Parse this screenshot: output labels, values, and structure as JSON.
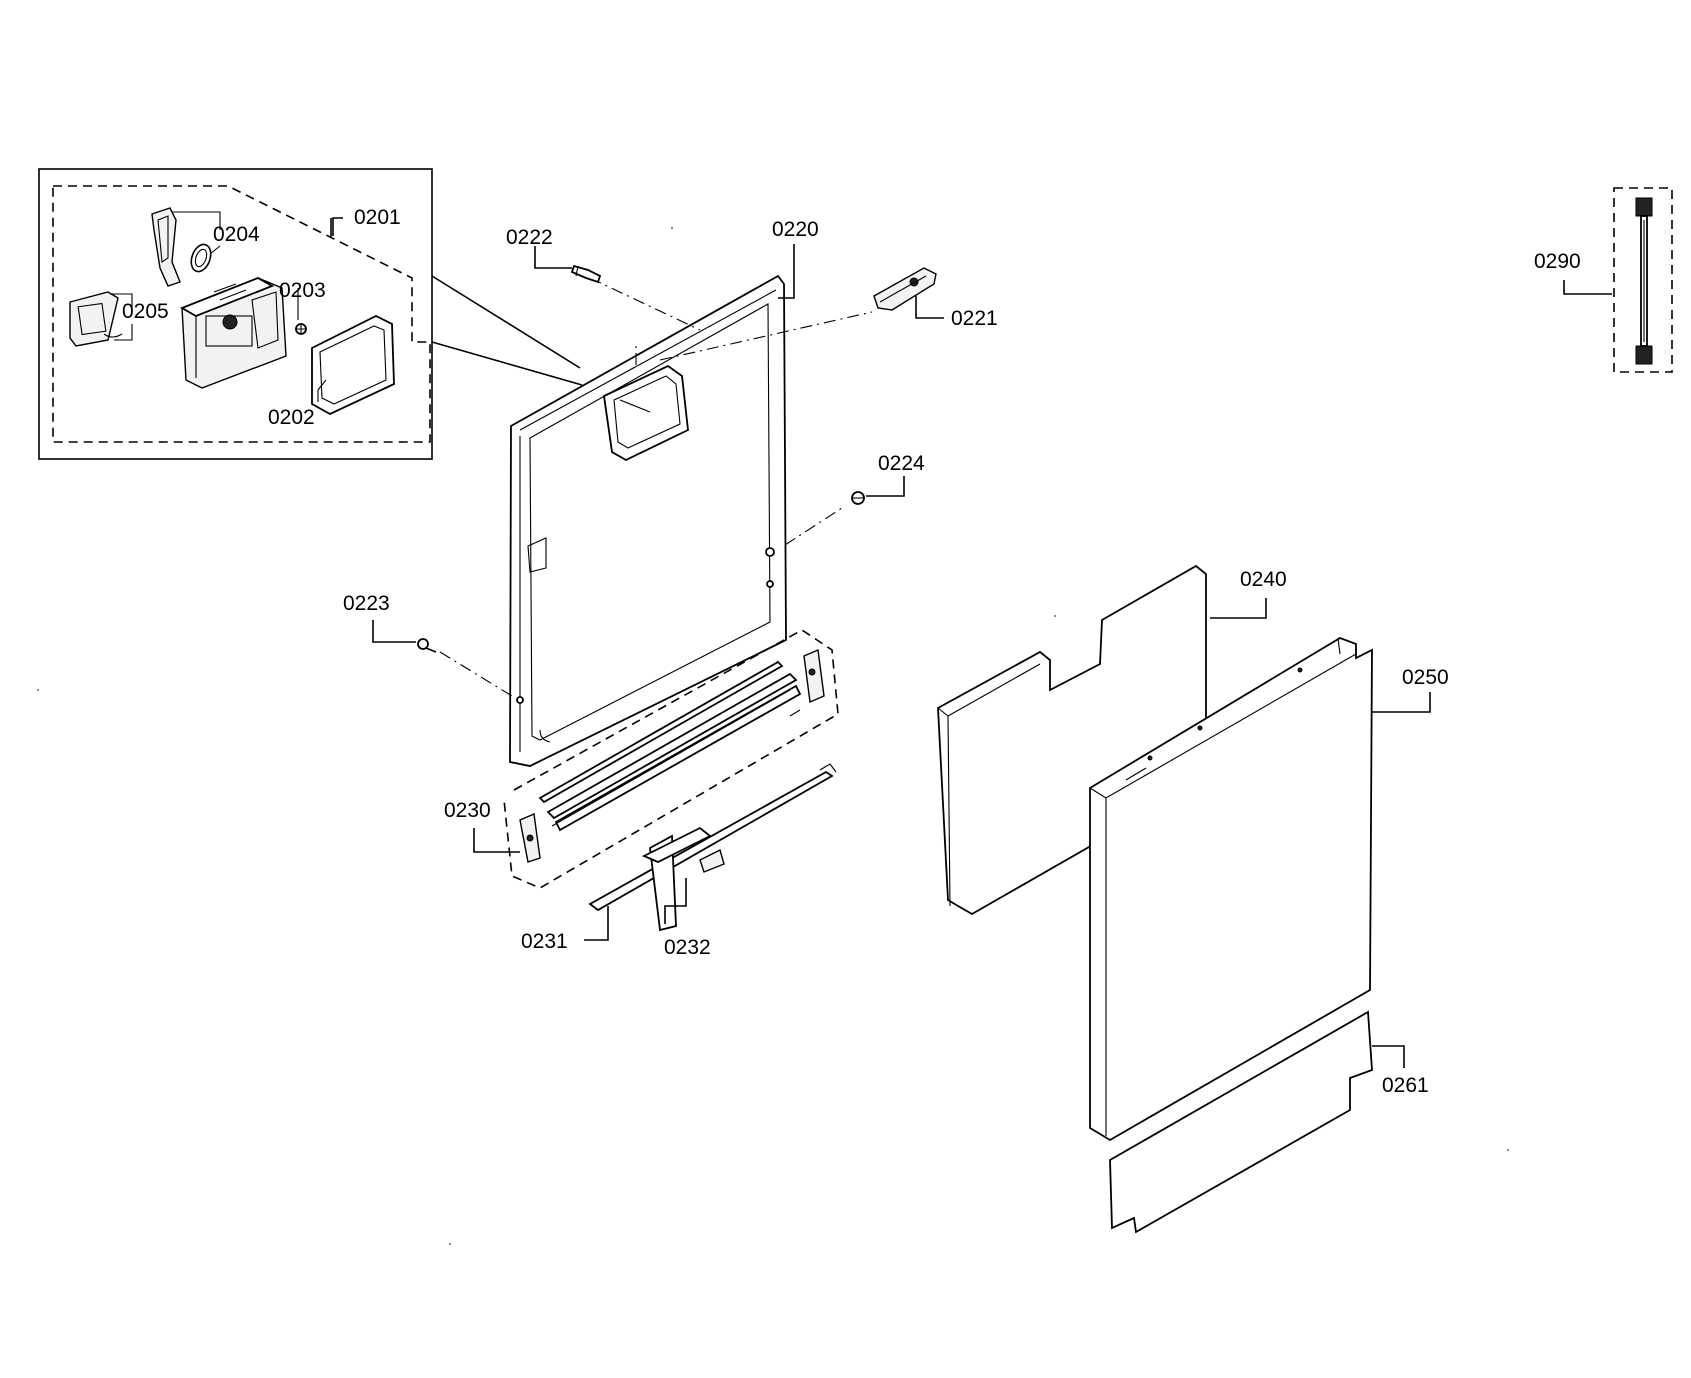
{
  "diagram": {
    "callouts": {
      "c0201": "0201",
      "c0202": "0202",
      "c0203": "0203",
      "c0204": "0204",
      "c0205": "0205",
      "c0220": "0220",
      "c0221": "0221",
      "c0222": "0222",
      "c0223": "0223",
      "c0224": "0224",
      "c0230": "0230",
      "c0231": "0231",
      "c0232": "0232",
      "c0240": "0240",
      "c0250": "0250",
      "c0261": "0261",
      "c0290": "0290"
    }
  }
}
